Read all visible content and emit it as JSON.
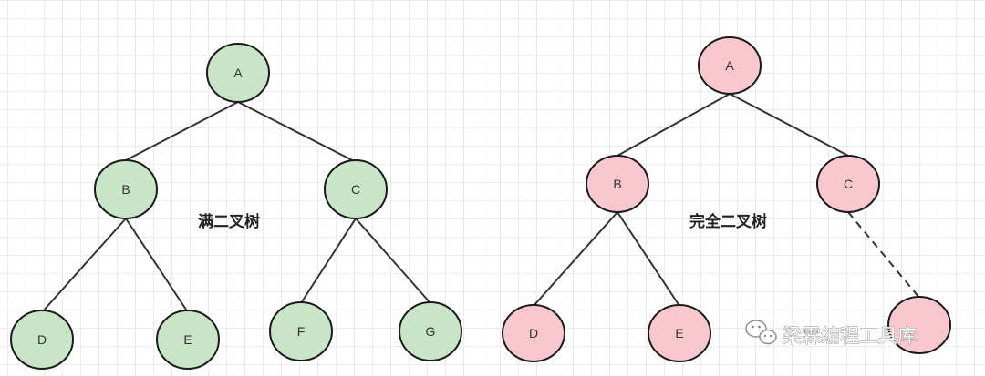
{
  "colors": {
    "full_fill": "#c9e5c7",
    "complete_fill": "#f9c8cf",
    "node_stroke": "#1a1a1a",
    "edge": "#333333"
  },
  "full_tree": {
    "caption": "满二叉树",
    "nodes": {
      "a": "A",
      "b": "B",
      "c": "C",
      "d": "D",
      "e": "E",
      "f": "F",
      "g": "G"
    }
  },
  "complete_tree": {
    "caption": "完全二叉树",
    "nodes": {
      "a": "A",
      "b": "B",
      "c": "C",
      "d": "D",
      "e": "E"
    },
    "dashed_edge": "C to hidden child"
  },
  "watermark": {
    "icon": "wechat-icon",
    "text": "梁霖编程工具库"
  }
}
